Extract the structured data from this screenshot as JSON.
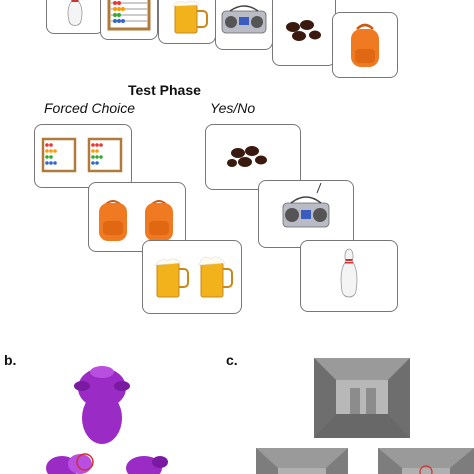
{
  "test_phase": {
    "title": "Test Phase",
    "forced_choice_label": "Forced Choice",
    "yes_no_label": "Yes/No"
  },
  "panel_b": {
    "label": "b."
  },
  "panel_c": {
    "label": "c."
  },
  "study_items": [
    "bowling-pin",
    "abacus",
    "beer-mug",
    "boombox",
    "chocolates",
    "backpack"
  ],
  "colors": {
    "backpack": "#f07a22",
    "beer": "#f2b21c",
    "creature": "#9a2bc4",
    "abacus_frame": "#b07a3a",
    "corridor_gray": "#8a8a8a"
  }
}
